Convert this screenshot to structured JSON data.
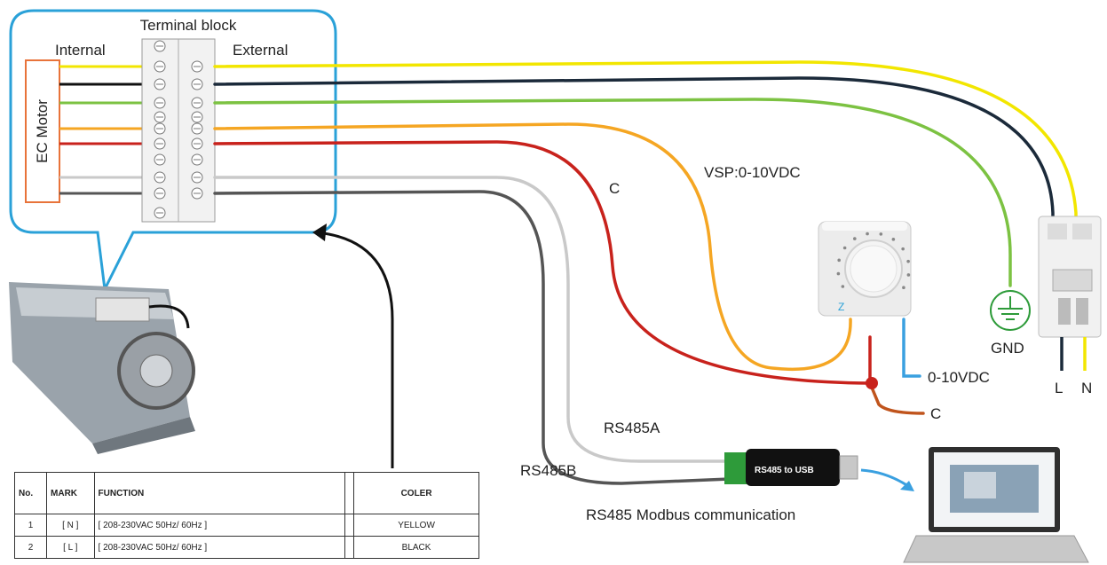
{
  "labels": {
    "terminal_block": "Terminal block",
    "internal": "Internal",
    "external": "External",
    "ec_motor": "EC Motor",
    "vsp": "VSP:0-10VDC",
    "c_red": "C",
    "c_out": "C",
    "v010": "0-10VDC",
    "gnd": "GND",
    "l": "L",
    "n": "N",
    "rs485a": "RS485A",
    "rs485b": "RS485B",
    "modbus": "RS485 Modbus communication",
    "usb_adapter": "RS485 to USB"
  },
  "wire_colors": {
    "yellow": "#f2e600",
    "black": "#111111",
    "navy": "#1b2a3a",
    "green": "#7cc242",
    "orange": "#f5a623",
    "red": "#c8221c",
    "light_gray": "#c9c9c9",
    "dark_gray": "#555555",
    "blue": "#3aa0e0",
    "callout": "#2aa1d8",
    "motor_box": "#e8733a"
  },
  "table": {
    "headers": [
      "No.",
      "MARK",
      "FUNCTION",
      "",
      "COLER"
    ],
    "rows": [
      [
        "1",
        "[ N ]",
        "[ 208-230VAC 50Hz/ 60Hz ]",
        "",
        "YELLOW"
      ],
      [
        "2",
        "[ L ]",
        "[ 208-230VAC 50Hz/ 60Hz ]",
        "",
        "BLACK"
      ]
    ]
  }
}
